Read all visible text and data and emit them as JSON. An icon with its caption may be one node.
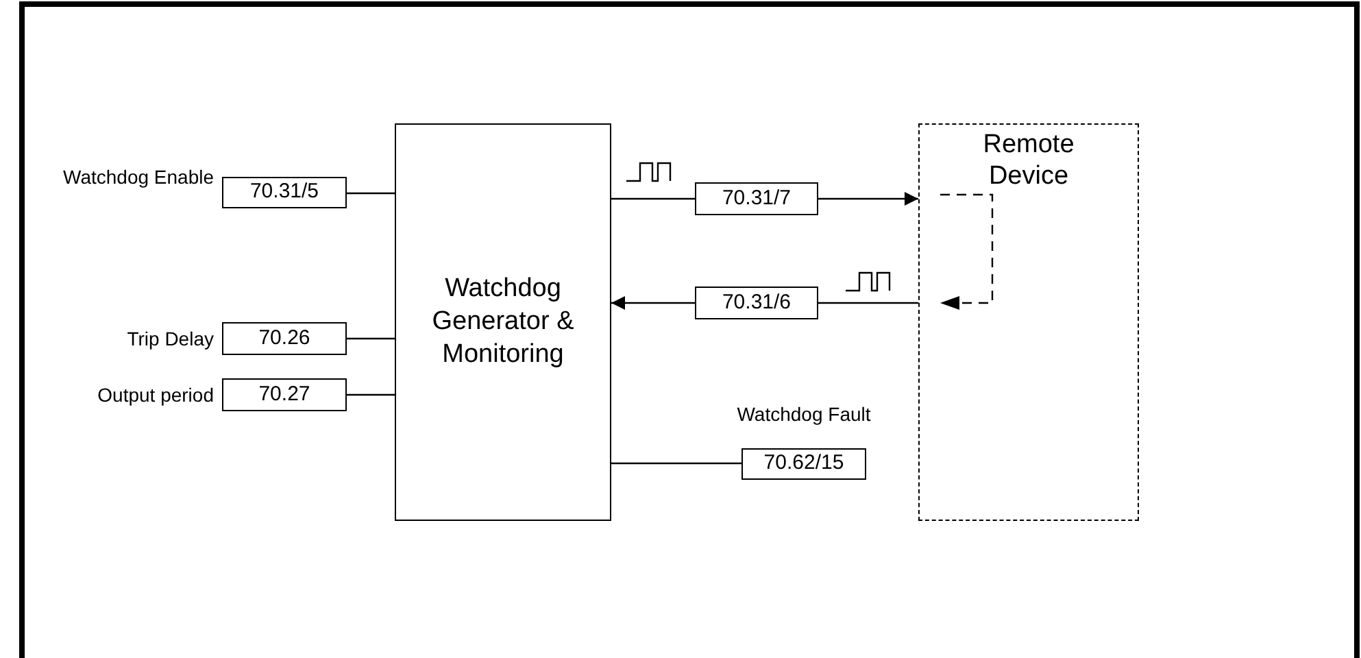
{
  "diagram": {
    "nodes": [
      {
        "text": [
          "Watchdog Generator & Monitoring"
        ]
      },
      {
        "text": [
          "70.31/5"
        ],
        "beside": [
          "Watchdog Enable"
        ]
      },
      {
        "text": [
          "70.26"
        ],
        "beside": [
          "Trip Delay"
        ]
      },
      {
        "text": [
          "70.27"
        ],
        "beside": [
          "Output period"
        ]
      },
      {
        "text": [
          "70.31/7"
        ]
      },
      {
        "text": [
          "70.31/6"
        ]
      },
      {
        "text": [
          "70.62/15"
        ],
        "beside": [
          "Watchdog Fault"
        ]
      },
      {
        "text": [
          "Remote Device"
        ]
      }
    ],
    "edges": [
      {
        "from": 1,
        "to": 0,
        "arrow": "none"
      },
      {
        "from": 2,
        "to": 0,
        "arrow": "none"
      },
      {
        "from": 3,
        "to": 0,
        "arrow": "none"
      },
      {
        "from": 0,
        "to": 4,
        "arrow": "none"
      },
      {
        "from": 4,
        "to": 7,
        "arrow": "to"
      },
      {
        "from": 7,
        "to": 5,
        "arrow": "none"
      },
      {
        "from": 5,
        "to": 0,
        "arrow": "to"
      },
      {
        "from": 0,
        "to": 6,
        "arrow": "none"
      }
    ]
  }
}
